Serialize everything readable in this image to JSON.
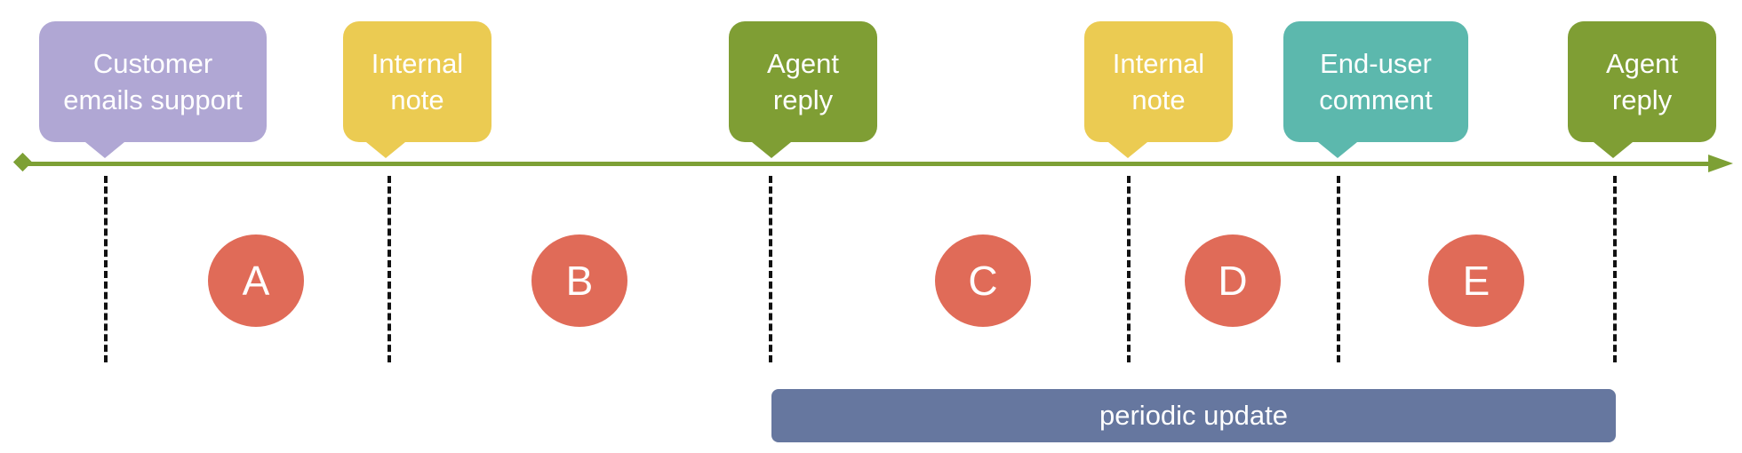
{
  "colors": {
    "timeline": "#7da035",
    "segment": "#e06b58",
    "periodic": "#66779f",
    "customer": "#b0a7d4",
    "internal": "#ebcb52",
    "agent": "#7f9e34",
    "enduser": "#5cb8ad"
  },
  "events": [
    {
      "lines": [
        "Customer",
        "emails support"
      ]
    },
    {
      "lines": [
        "Internal",
        "note"
      ]
    },
    {
      "lines": [
        "Agent",
        "reply"
      ]
    },
    {
      "lines": [
        "Internal",
        "note"
      ]
    },
    {
      "lines": [
        "End-user",
        "comment"
      ]
    },
    {
      "lines": [
        "Agent",
        "reply"
      ]
    }
  ],
  "segments": [
    {
      "label": "A"
    },
    {
      "label": "B"
    },
    {
      "label": "C"
    },
    {
      "label": "D"
    },
    {
      "label": "E"
    }
  ],
  "periodic_update": {
    "label": "periodic update"
  }
}
